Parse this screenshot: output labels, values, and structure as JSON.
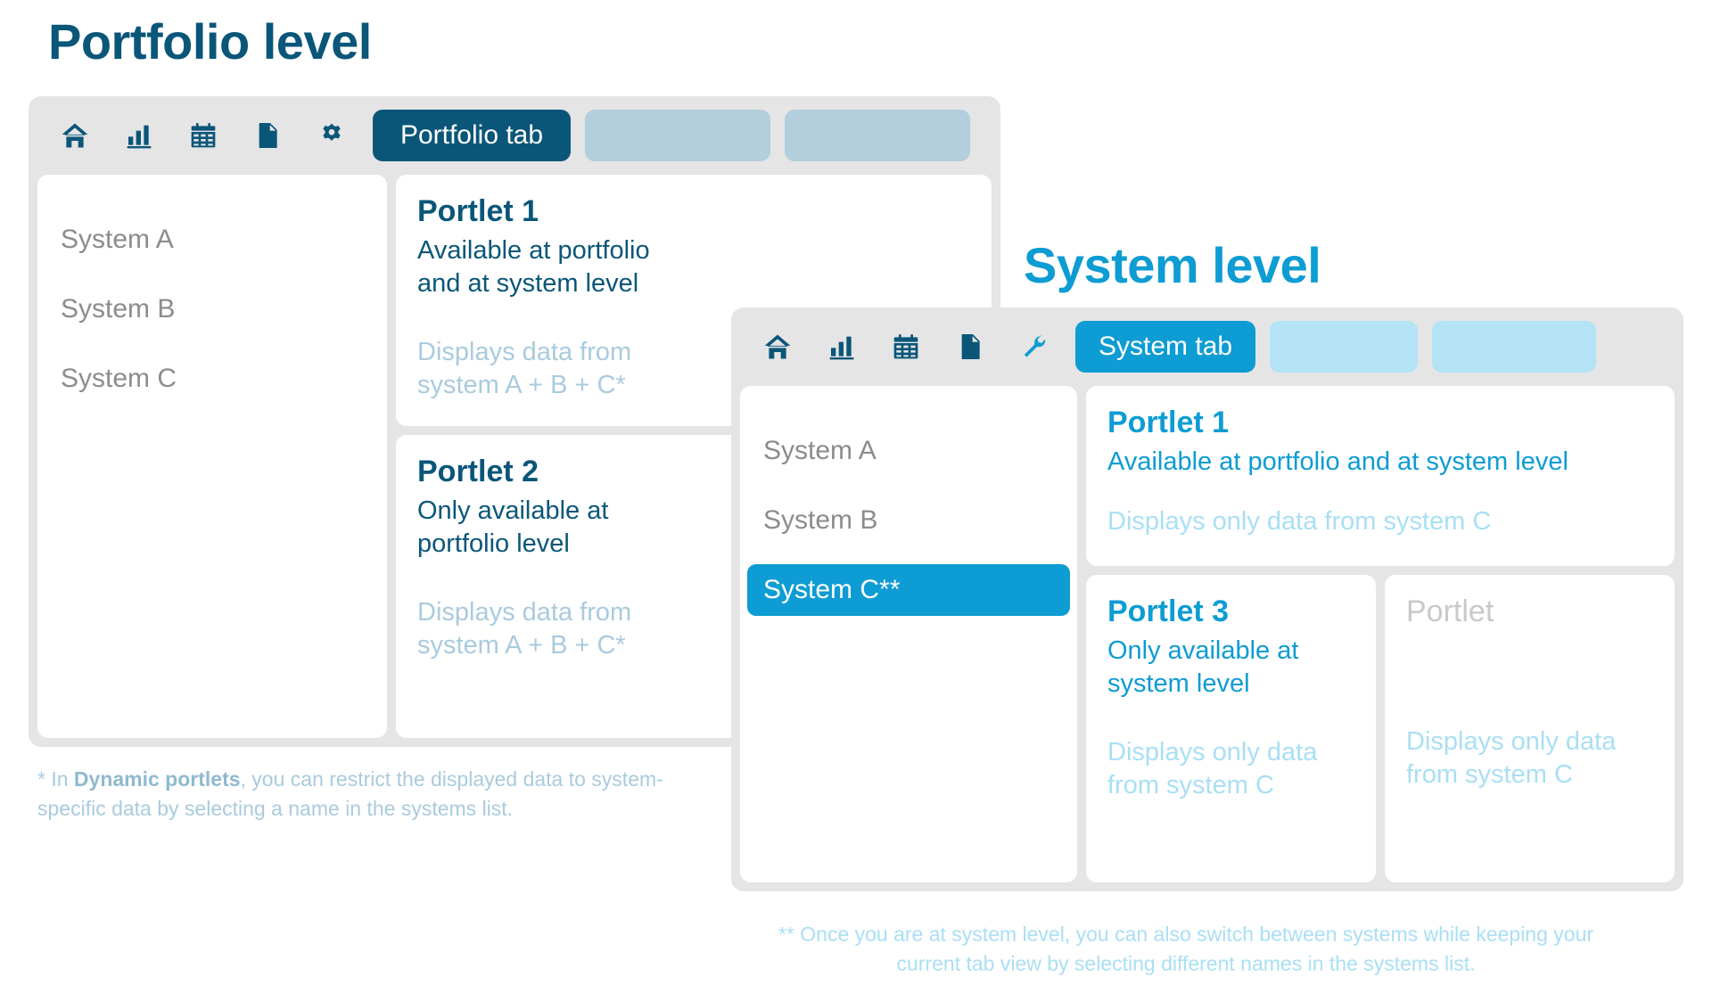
{
  "portfolio": {
    "title": "Portfolio level",
    "accent": "#0a5679",
    "toolbar": {
      "icons": [
        "home-icon",
        "bar-chart-icon",
        "calendar-icon",
        "document-icon",
        "gear-icon"
      ],
      "tabs": [
        {
          "label": "Portfolio tab",
          "state": "active"
        },
        {
          "label": "",
          "state": "empty"
        },
        {
          "label": "",
          "state": "empty"
        }
      ]
    },
    "systems": [
      {
        "label": "System A",
        "selected": false
      },
      {
        "label": "System B",
        "selected": false
      },
      {
        "label": "System C",
        "selected": false
      }
    ],
    "portlets": [
      {
        "title": "Portlet 1",
        "subtitle": "Available at portfolio and at system level",
        "note": "Displays data from system A + B + C*"
      },
      {
        "title": "Portlet 2",
        "subtitle": "Only available at portfolio level",
        "note": "Displays data from system A + B + C*"
      }
    ],
    "footnote_prefix": "* In ",
    "footnote_bold": "Dynamic portlets",
    "footnote_rest": ", you can restrict the displayed data to system-specific data by selecting a name in the systems list."
  },
  "system": {
    "title": "System level",
    "accent": "#0d9cd3",
    "toolbar": {
      "icons": [
        "home-icon",
        "bar-chart-icon",
        "calendar-icon",
        "document-icon",
        "wrench-icon"
      ],
      "tabs": [
        {
          "label": "System tab",
          "state": "active"
        },
        {
          "label": "",
          "state": "empty"
        },
        {
          "label": "",
          "state": "empty"
        }
      ]
    },
    "systems": [
      {
        "label": "System A",
        "selected": false
      },
      {
        "label": "System B",
        "selected": false
      },
      {
        "label": "System C**",
        "selected": true
      }
    ],
    "portlets": [
      {
        "title": "Portlet 1",
        "subtitle": "Available at portfolio and at system level",
        "note": "Displays only data from system C"
      },
      {
        "title": "Portlet 3",
        "subtitle": "Only available at system level",
        "note": "Displays only data from system C"
      },
      {
        "title": "Portlet",
        "subtitle": "",
        "note": "Displays only data from system C"
      }
    ],
    "footnote": "** Once you are at system level, you can also switch between systems while keeping your\ncurrent tab view by selecting different names in the systems list."
  }
}
